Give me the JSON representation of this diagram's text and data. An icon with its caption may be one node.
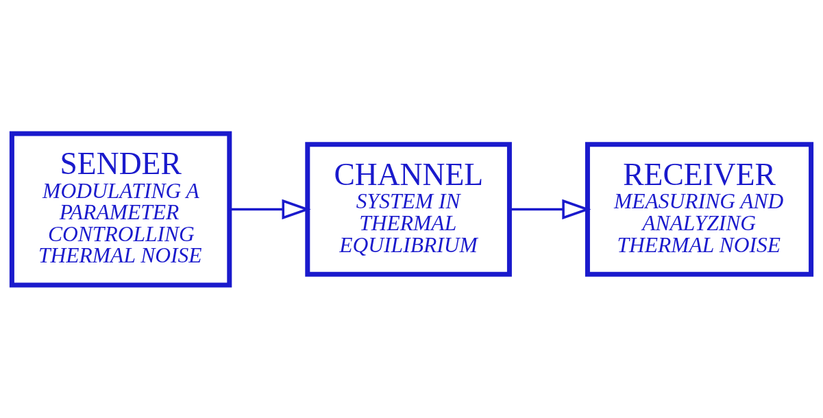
{
  "diagram": {
    "nodes": [
      {
        "text": [
          "SENDER",
          "MODULATING A PARAMETER CONTROLLING THERMAL NOISE"
        ]
      },
      {
        "text": [
          "CHANNEL",
          "SYSTEM IN THERMAL EQUILIBRIUM"
        ]
      },
      {
        "text": [
          "RECEIVER",
          "MEASURING AND ANALYZING THERMAL NOISE"
        ]
      }
    ],
    "edges": [
      {
        "from": 0,
        "to": 1,
        "arrow": "to"
      },
      {
        "from": 1,
        "to": 2,
        "arrow": "to"
      }
    ]
  }
}
